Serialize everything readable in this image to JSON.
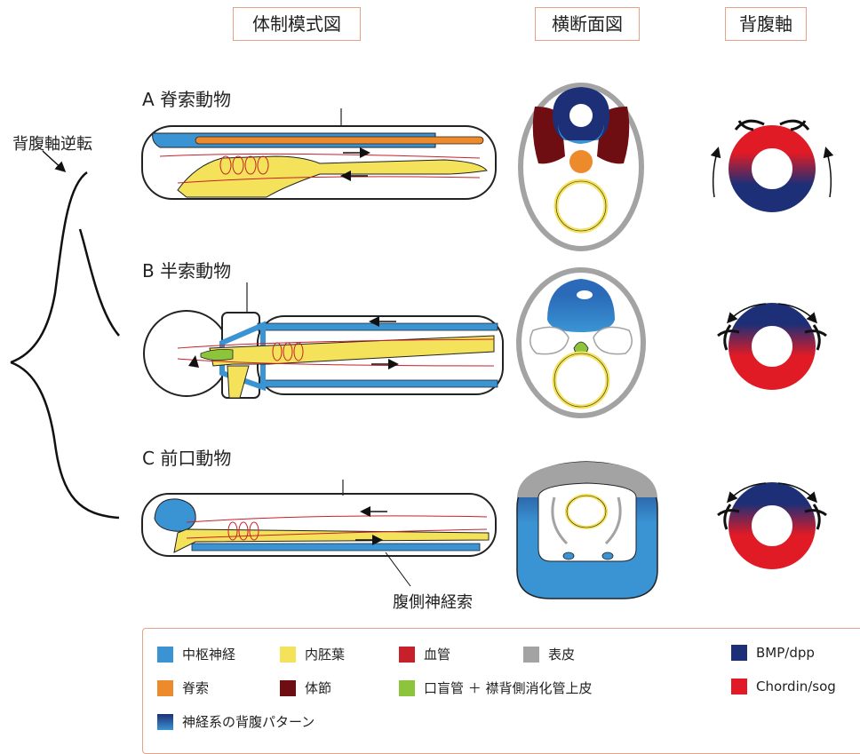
{
  "headers": {
    "body_plan": "体制模式図",
    "cross_section": "横断面図",
    "dv_axis": "背腹軸"
  },
  "rows": {
    "a": "A 脊索動物",
    "b": "B 半索動物",
    "c": "C 前口動物"
  },
  "annotations": {
    "dv_inversion": "背腹軸逆転",
    "ventral_nerve_cord": "腹側神経索"
  },
  "legend": {
    "cns": {
      "label": "中枢神経",
      "color": "#3a94d4"
    },
    "endoderm": {
      "label": "内胚葉",
      "color": "#f3e25a"
    },
    "blood_vessel": {
      "label": "血管",
      "color": "#c8202a"
    },
    "epidermis": {
      "label": "表皮",
      "color": "#a3a3a3"
    },
    "bmp": {
      "label": "BMP/dpp",
      "color": "#1c2f77"
    },
    "notochord": {
      "label": "脊索",
      "color": "#ec8a2c"
    },
    "somite": {
      "label": "体節",
      "color": "#6e0e12"
    },
    "stomochord": {
      "label": "口盲管 ＋ 襟背側消化管上皮",
      "color": "#8cc43c"
    },
    "chordin": {
      "label": "Chordin/sog",
      "color": "#e11b25"
    },
    "neural_dv": {
      "label": "神経系の背腹パターン",
      "color": "#2a6ab8"
    }
  }
}
